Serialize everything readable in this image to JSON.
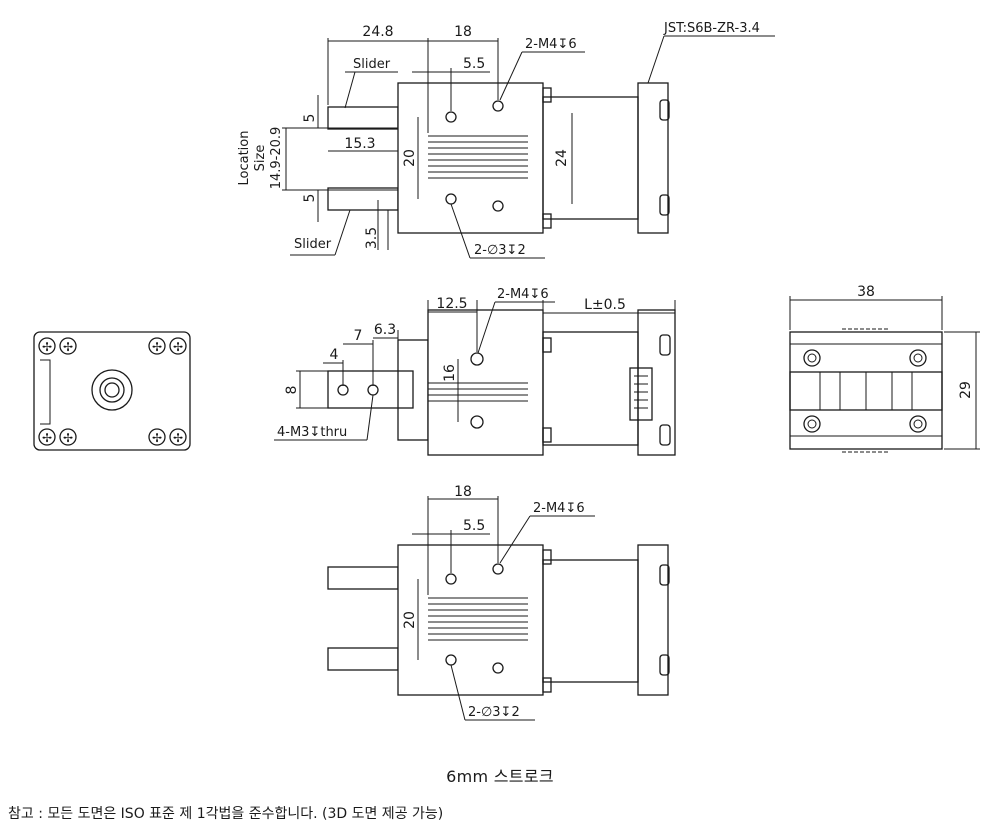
{
  "caption": "6mm 스트로크",
  "note": "참고 : 모든 도면은 ISO 표준 제 1각법을 준수합니다. (3D 도면 제공 가능)",
  "top_view": {
    "dim_24_8": "24.8",
    "dim_18": "18",
    "dim_5_5": "5.5",
    "slider_top": "Slider",
    "slider_bottom": "Slider",
    "hole_m4": "2-M4↧6",
    "connector": "JST:S6B-ZR-3.4",
    "location_label": "Location",
    "size_label": "Size",
    "range_label": "14.9-20.9",
    "dim_5_top": "5",
    "dim_15_3": "15.3",
    "dim_5_bottom": "5",
    "dim_20": "20",
    "dim_24": "24",
    "dim_3_5": "3.5",
    "pin_holes": "2-∅3↧2"
  },
  "side_view": {
    "dim_12_5": "12.5",
    "hole_m4": "2-M4↧6",
    "length": "L±0.5",
    "dim_7": "7",
    "dim_6_3": "6.3",
    "dim_4": "4",
    "dim_8": "8",
    "dim_16": "16",
    "thru_holes": "4-M3↧thru"
  },
  "end_view": {
    "width": "38",
    "height": "29"
  },
  "bottom_view": {
    "dim_18": "18",
    "dim_5_5": "5.5",
    "hole_m4": "2-M4↧6",
    "dim_20": "20",
    "pin_holes": "2-∅3↧2"
  }
}
